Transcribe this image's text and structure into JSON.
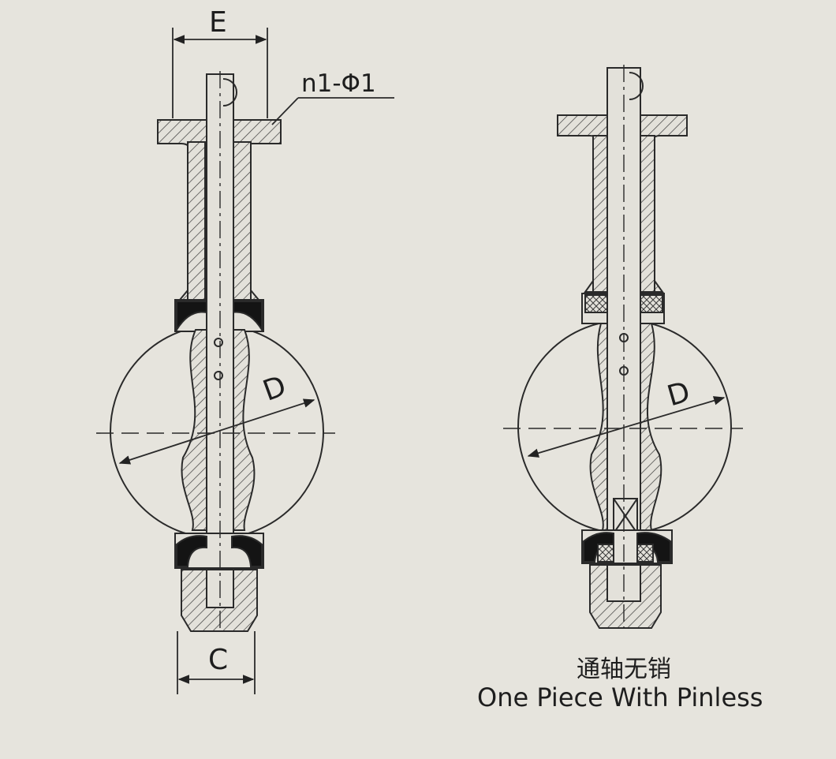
{
  "left_drawing": {
    "dim_top": "E",
    "dim_bottom": "C",
    "dim_disc": "D",
    "callout": "n1-Φ1"
  },
  "right_drawing": {
    "dim_disc": "D",
    "caption_cn": "通轴无销",
    "caption_en": "One Piece With Pinless"
  },
  "colors": {
    "paper": "#e6e4dd",
    "ink": "#2a2a2a",
    "seat": "#141414"
  }
}
